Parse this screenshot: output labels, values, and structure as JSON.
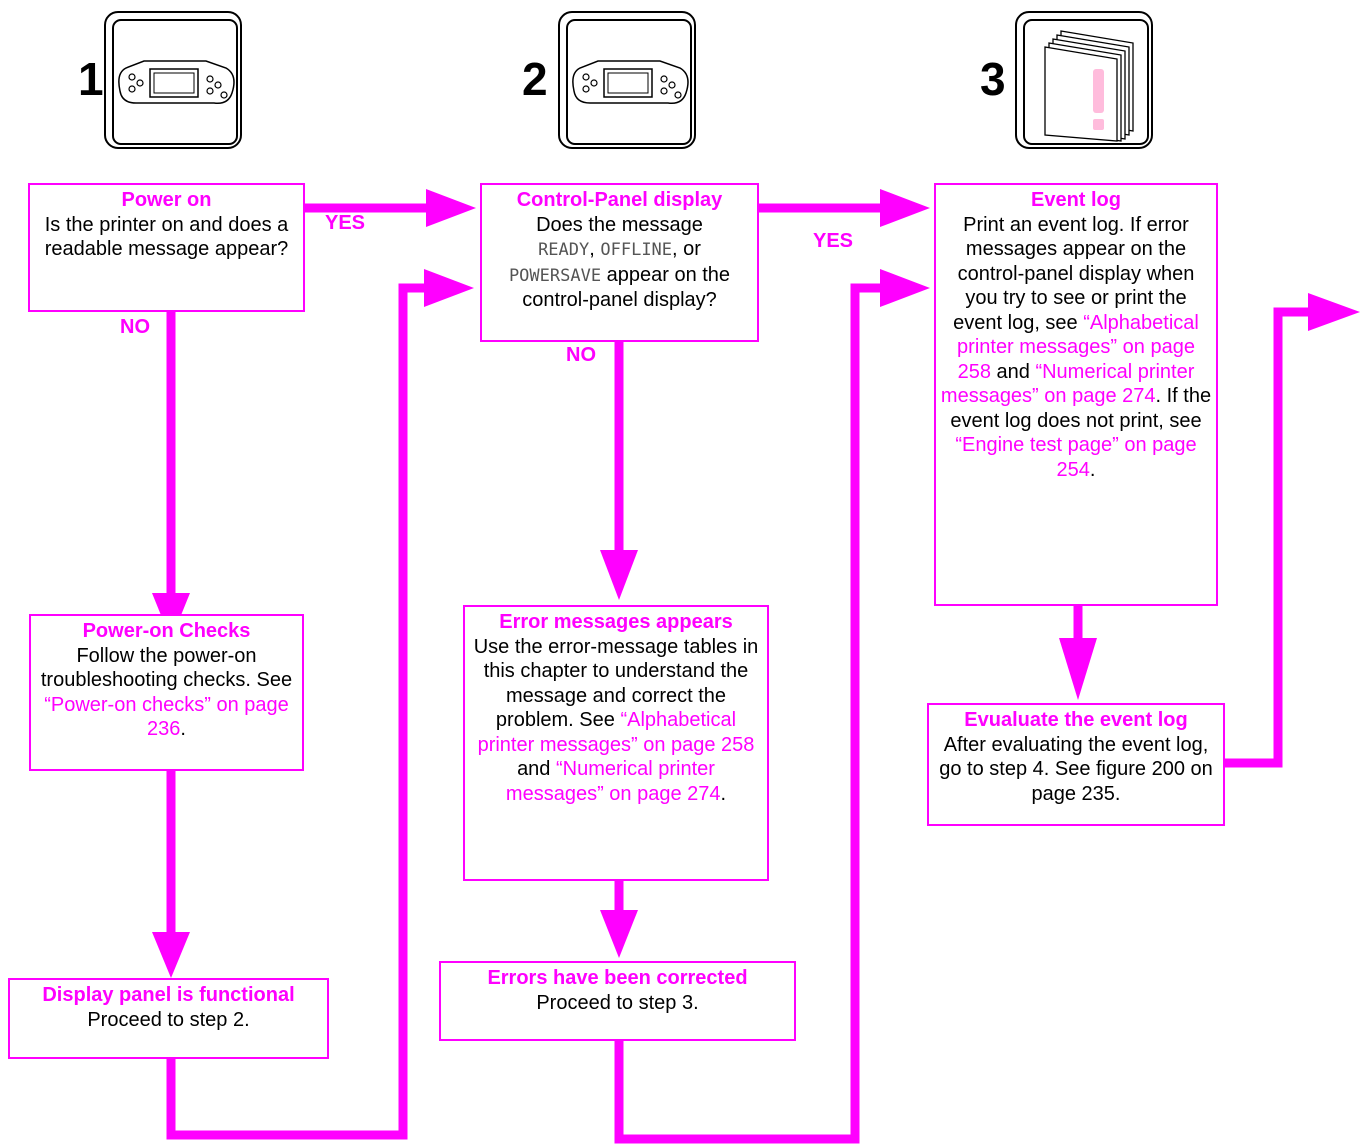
{
  "steps": [
    {
      "number": "1",
      "icon": "control-panel-icon"
    },
    {
      "number": "2",
      "icon": "control-panel-icon"
    },
    {
      "number": "3",
      "icon": "printed-pages-warning-icon"
    }
  ],
  "labels": {
    "yes": "YES",
    "no": "NO"
  },
  "colors": {
    "accent": "#ff00ff",
    "text": "#000000",
    "border": "#ff00ff"
  },
  "boxes": {
    "power_on": {
      "title": "Power on",
      "body": "Is the printer on and does a readable message appear?"
    },
    "control_panel": {
      "title": "Control-Panel display",
      "body_1": "Does the message",
      "msg_ready": "READY",
      "sep_1": ", ",
      "msg_offline": "OFFLINE",
      "sep_2": ", or",
      "msg_powersave": "POWERSAVE",
      "body_2": " appear on the control-panel display?"
    },
    "event_log": {
      "title": "Event log",
      "body_1": "Print an event log. If error messages appear on the control-panel display when you try to see or print the event log, see ",
      "link_1": "“Alphabetical printer messages” on page 258",
      "body_2": " and ",
      "link_2": "“Numerical printer messages” on page 274",
      "body_3": ". If the event log does not print, see ",
      "link_3": "“Engine test page” on page 254",
      "body_4": "."
    },
    "power_on_checks": {
      "title": "Power-on Checks",
      "body_1": "Follow the power-on troubleshooting checks. See ",
      "link_1": "“Power-on checks” on page 236",
      "body_2": "."
    },
    "error_messages": {
      "title": "Error messages appears",
      "body_1": "Use the error-message tables in this chapter to understand the message and correct the problem. See ",
      "link_1": "“Alphabetical printer messages” on page 258",
      "body_2": " and ",
      "link_2": "“Numerical printer messages” on page 274",
      "body_3": "."
    },
    "evaluate_log": {
      "title": "Evualuate the event log",
      "body": "After evaluating the event log, go to step 4. See figure 200 on page 235."
    },
    "display_functional": {
      "title": "Display panel is functional",
      "body": "Proceed to step 2."
    },
    "errors_corrected": {
      "title": "Errors have been corrected",
      "body": "Proceed to step 3."
    }
  }
}
